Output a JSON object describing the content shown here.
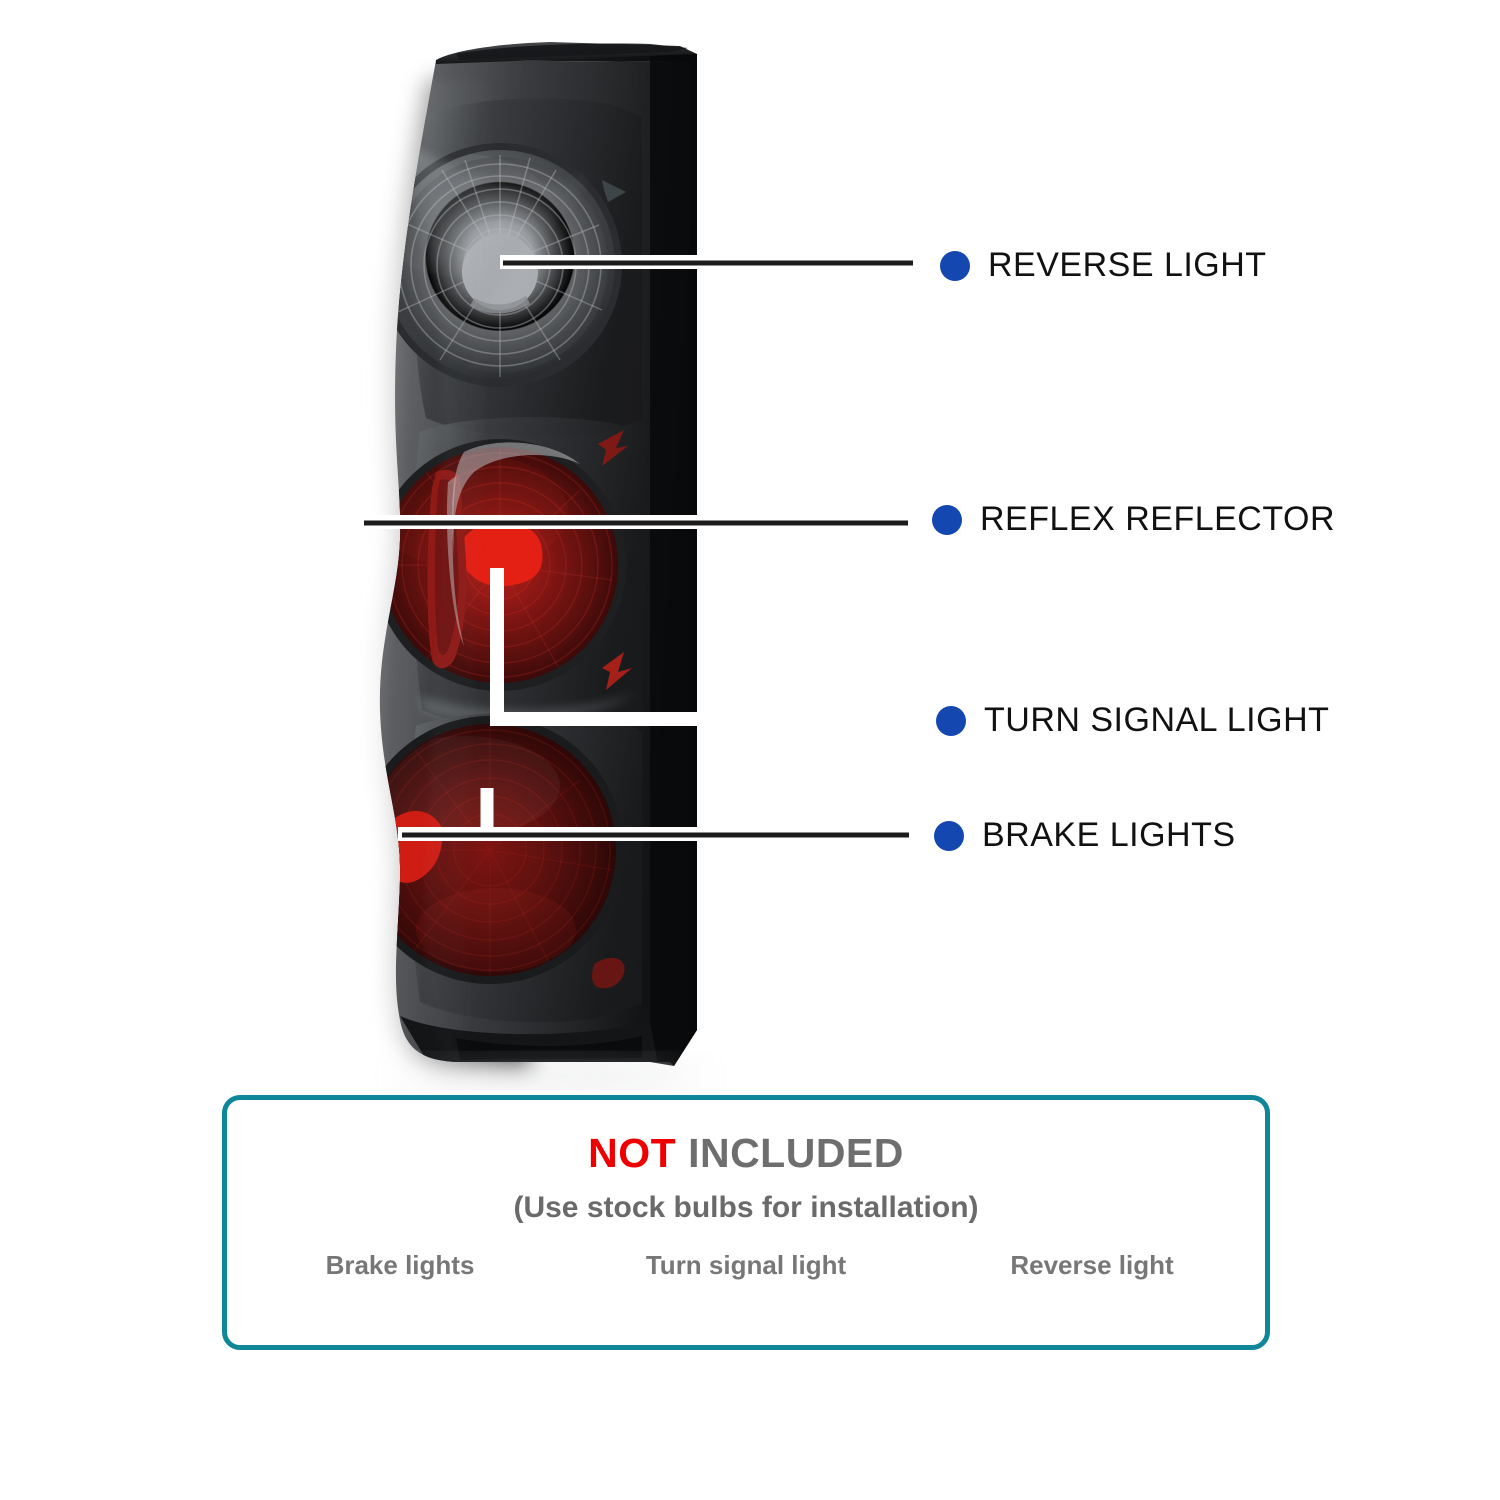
{
  "product": {
    "name": "smoked-lens-tail-light",
    "description": "Smoke lens tail light assembly, three-chamber vertical design",
    "chambers": [
      {
        "name": "reverse",
        "label": "Reverse light chamber",
        "lens_color": "#6e7073"
      },
      {
        "name": "turn",
        "label": "Turn signal chamber",
        "lens_color": "#7a1410"
      },
      {
        "name": "brake",
        "label": "Brake light chamber",
        "lens_color": "#6e1512"
      }
    ]
  },
  "callouts": [
    {
      "id": "reverse",
      "label": "REVERSE  LIGHT",
      "bullet_color": "#1448b0"
    },
    {
      "id": "reflex",
      "label": "REFLEX REFLECTOR",
      "bullet_color": "#1448b0"
    },
    {
      "id": "turn",
      "label": "TURN SIGNAL LIGHT",
      "bullet_color": "#1448b0"
    },
    {
      "id": "brake",
      "label": "BRAKE LIGHTS",
      "bullet_color": "#1448b0"
    }
  ],
  "notice": {
    "title_highlight": "NOT",
    "title_rest": "INCLUDED",
    "subtitle": "(Use stock bulbs for installation)",
    "items": [
      "Brake lights",
      "Turn signal light",
      "Reverse light"
    ],
    "border_color": "#0e8799",
    "highlight_color": "#ef0000",
    "text_color": "#6e6e6e"
  },
  "theme": {
    "background": "#ffffff",
    "leader_line_color": "#ffffff",
    "leader_line_outline": "#1a1a1a",
    "label_text_color": "#111111"
  }
}
